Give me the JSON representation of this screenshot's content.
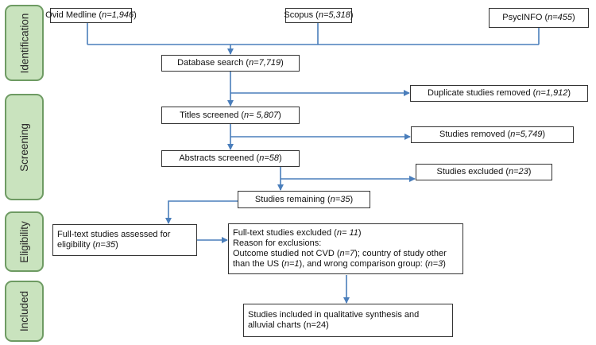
{
  "stages": {
    "identification": "Identification",
    "screening": "Screening",
    "eligibility": "Eligibility",
    "included": "Included"
  },
  "boxes": {
    "ovid": {
      "label": "Ovid Medline (",
      "n": "n=1,946",
      "suffix": ")"
    },
    "scopus": {
      "label": "Scopus (",
      "n": "n=5,318",
      "suffix": ")"
    },
    "psycinfo": {
      "label": "PsycINFO (",
      "n": "n=455",
      "suffix": ")"
    },
    "database": {
      "label": "Database search (",
      "n": "n=7,719",
      "suffix": ")"
    },
    "duplicates": {
      "label": "Duplicate studies removed (",
      "n": "n=1,912",
      "suffix": ")"
    },
    "titles": {
      "label": "Titles screened (",
      "n": "n= 5,807",
      "suffix": ")"
    },
    "removed": {
      "label": "Studies removed (",
      "n": "n=5,749",
      "suffix": ")"
    },
    "abstracts": {
      "label": "Abstracts screened (",
      "n": "n=58",
      "suffix": ")"
    },
    "excluded": {
      "label": "Studies excluded (",
      "n": "n=23",
      "suffix": ")"
    },
    "remaining": {
      "label": "Studies remaining (",
      "n": "n=35",
      "suffix": ")"
    },
    "fulltext_assessed": {
      "line1": "Full-text studies assessed for",
      "line2_label": "eligibility (",
      "n": "n=35",
      "suffix": ")"
    },
    "fulltext_excluded": {
      "line1_label": "Full-text studies excluded (",
      "line1_n": "n= 11",
      "line1_suffix": ")",
      "line2": "Reason for exclusions:",
      "line3_a": "Outcome studied not CVD (",
      "line3_n1": "n=7",
      "line3_b": ");  country of study other",
      "line4_a": "than the US (",
      "line4_n2": "n=1",
      "line4_b": "), and wrong comparison group: (",
      "line4_n3": "n=3",
      "line4_c": ")"
    },
    "included": {
      "line1": "Studies included in qualitative synthesis and",
      "line2": "alluvial charts (n=24)"
    }
  },
  "colors": {
    "arrow": "#4a7ebb",
    "stage_fill": "#c9e3be",
    "stage_border": "#6e9b63",
    "box_border": "#333333"
  }
}
